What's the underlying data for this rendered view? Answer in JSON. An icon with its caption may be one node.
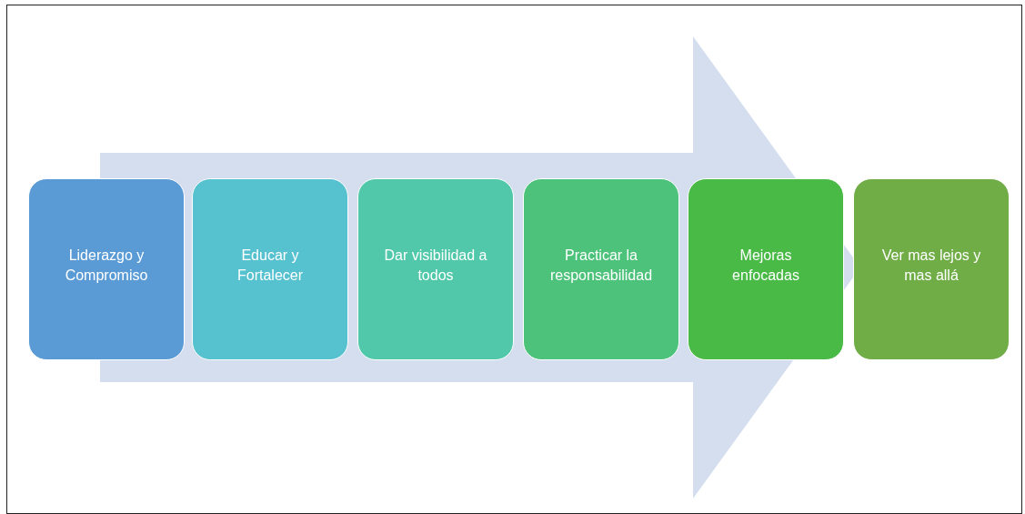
{
  "diagram": {
    "nodes": [
      {
        "text": [
          "Liderazgo y Compromiso"
        ]
      },
      {
        "text": [
          "Educar y Fortalecer"
        ]
      },
      {
        "text": [
          "Dar visibilidad a todos"
        ]
      },
      {
        "text": [
          "Practicar la responsabilidad"
        ]
      },
      {
        "text": [
          "Mejoras enfocadas"
        ]
      },
      {
        "text": [
          "Ver mas lejos y mas allá"
        ]
      }
    ],
    "edges": [
      {
        "from": 0,
        "to": 5,
        "arrow": "to",
        "style": "thick"
      }
    ]
  }
}
